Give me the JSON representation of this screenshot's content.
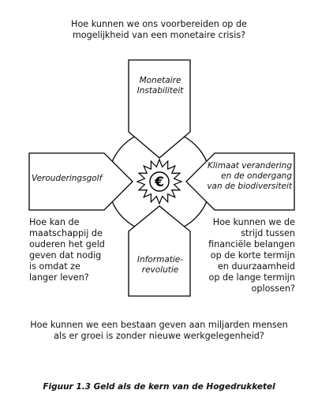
{
  "questions": {
    "top": "Hoe kunnen we ons voorbereiden op de mogelijkheid van een monetaire crisis?",
    "left": "Hoe kan de maatschappij de ouderen het geld geven dat nodig is omdat ze langer leven?",
    "right": "Hoe kunnen we de strijd tussen financiële belangen op de korte termijn en duurzaamheid op de lange termijn oplossen?",
    "bottom": "Hoe kunnen we een bestaan geven aan miljarden mensen als er groei is zonder nieuwe werkgelegenheid?"
  },
  "arrows": {
    "top": "Monetaire Instabiliteit",
    "left": "Verouderingsgolf",
    "right": "Klimaat verandering en de ondergang van de biodiversiteit",
    "bottom": "Informatie-revolutie"
  },
  "center_symbol": "€",
  "caption": "Figuur 1.3  Geld als de kern van de Hogedrukketel"
}
